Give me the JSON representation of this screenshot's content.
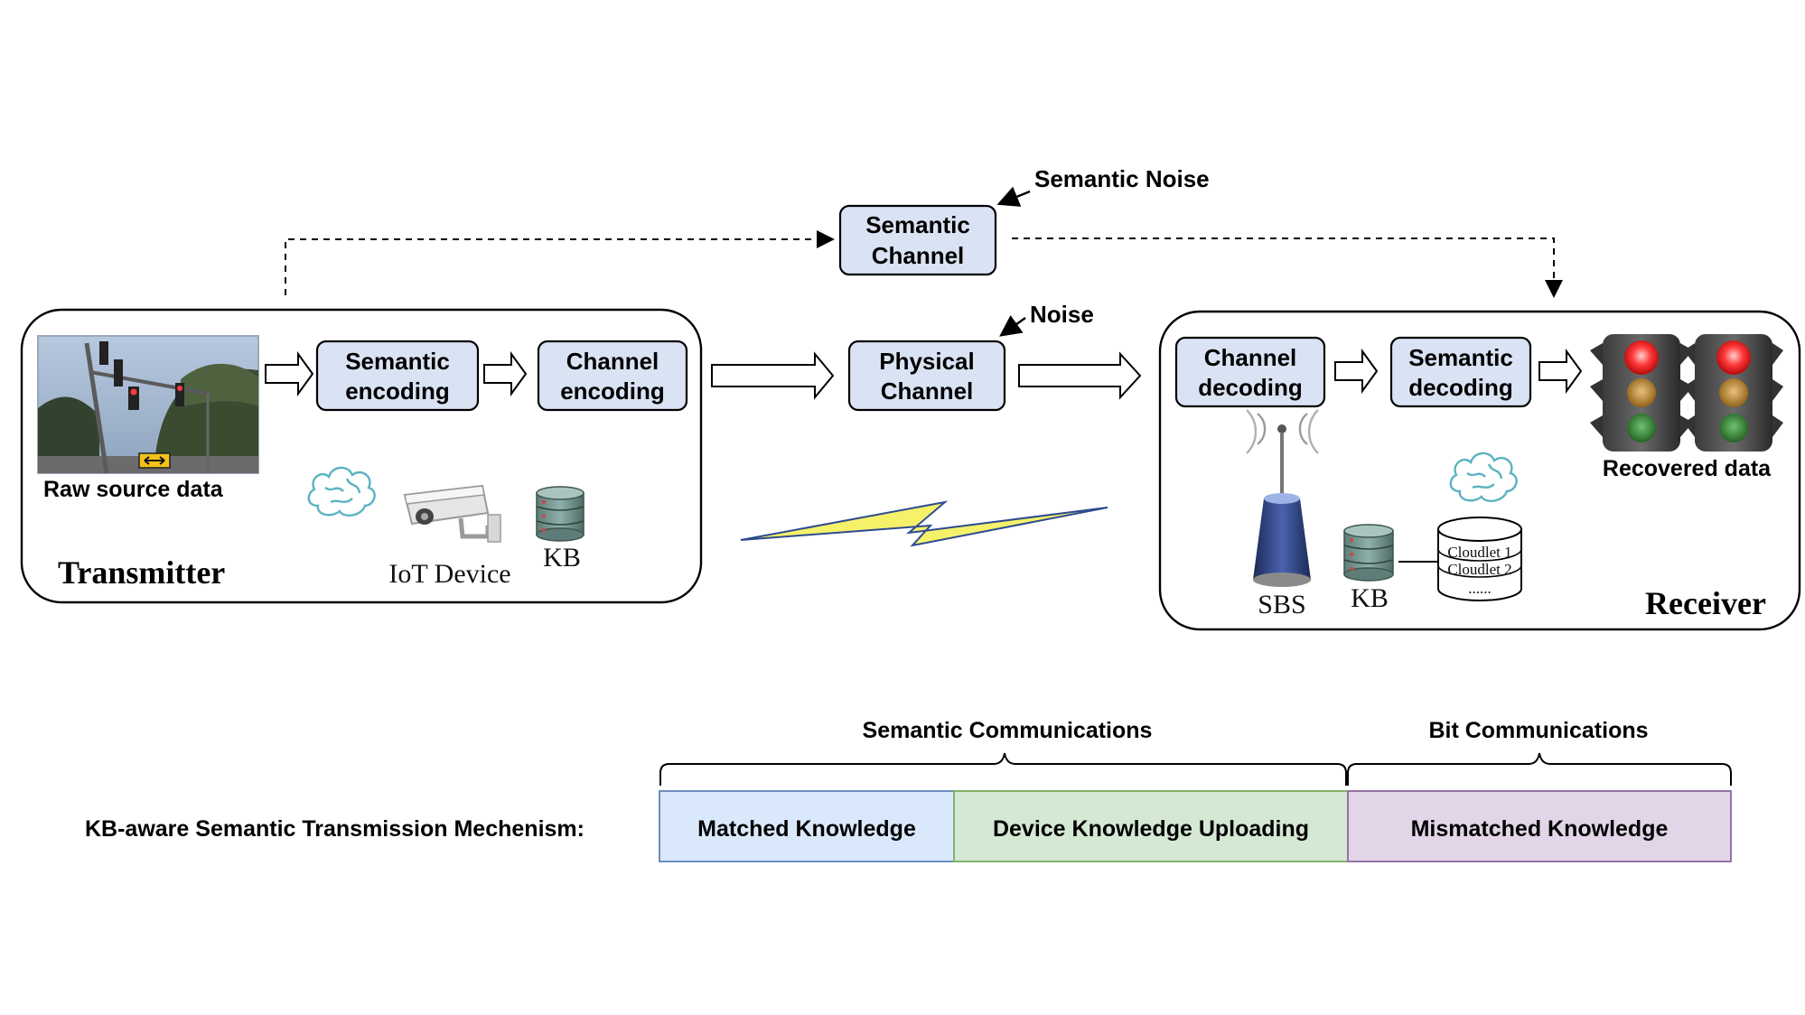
{
  "top": {
    "semantic_noise": "Semantic Noise",
    "semantic_channel": [
      "Semantic",
      "Channel"
    ],
    "noise": "Noise",
    "physical_channel": [
      "Physical",
      "Channel"
    ]
  },
  "transmitter": {
    "title": "Transmitter",
    "raw_source_label": "Raw source data",
    "semantic_encoding": [
      "Semantic",
      "encoding"
    ],
    "channel_encoding": [
      "Channel",
      "encoding"
    ],
    "iot_device_label": "IoT Device",
    "kb_label": "KB"
  },
  "receiver": {
    "title": "Receiver",
    "channel_decoding": [
      "Channel",
      "decoding"
    ],
    "semantic_decoding": [
      "Semantic",
      "decoding"
    ],
    "recovered_label": "Recovered data",
    "sbs_label": "SBS",
    "kb_label": "KB",
    "cloudlet_1": "Cloudlet 1",
    "cloudlet_2": "Cloudlet 2",
    "cloudlet_more": "......"
  },
  "mechanism": {
    "label": "KB-aware Semantic Transmission Mechenism:",
    "semantic_comm": "Semantic Communications",
    "bit_comm": "Bit Communications",
    "segments": [
      "Matched Knowledge",
      "Device Knowledge Uploading",
      "Mismatched Knowledge"
    ]
  },
  "colors": {
    "block_fill": "#dae3f3",
    "matched": "#dae8fc",
    "uploading": "#d5e8d4",
    "mismatched": "#e1d5e7",
    "signal_yellow": "#f5f26a",
    "signal_blue": "#2e4b8f"
  }
}
